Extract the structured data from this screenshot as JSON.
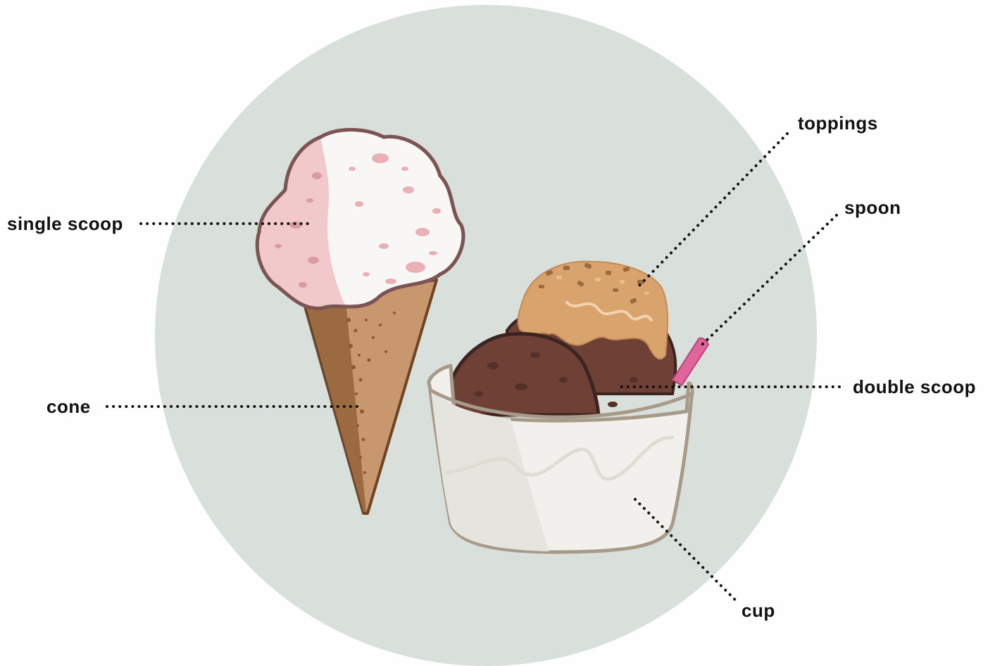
{
  "labels": {
    "single_scoop": "single scoop",
    "cone": "cone",
    "toppings": "toppings",
    "spoon": "spoon",
    "double_scoop": "double scoop",
    "cup": "cup"
  },
  "colors": {
    "background": "#fefefe",
    "circle": "#d9e0dc",
    "strawberry": "#f2c9cb",
    "vanilla": "#f8f7f6",
    "outline_scoop": "#7d5454",
    "cone_light": "#c8976d",
    "cone_dark": "#9b6a41",
    "chocolate": "#6e4036",
    "chocolate_dark": "#3c2520",
    "caramel": "#d9a36e",
    "spoon": "#e0659a",
    "cup": "#f1f0ec",
    "cup_outline": "#a89a89"
  }
}
